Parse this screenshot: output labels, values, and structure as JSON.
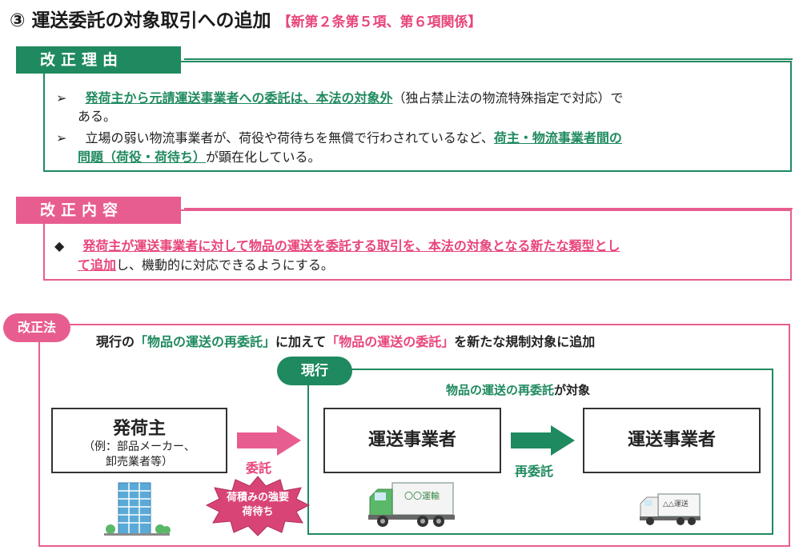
{
  "title": {
    "number": "③",
    "main": "運送委託の対象取引への追加",
    "ref": "【新第２条第５項、第６項関係】"
  },
  "reason": {
    "tab": "改正理由",
    "bullet1": {
      "marker": "➢",
      "em": "発荷主から元請運送事業者への委託は、本法の対象外",
      "rest1": "（独占禁止法の物流特殊指定で対応）で",
      "rest2": "ある。"
    },
    "bullet2": {
      "marker": "➢",
      "pre": "立場の弱い物流事業者が、荷役や荷待ちを無償で行わされているなど、",
      "em1": "荷主・物流事業者間の",
      "em2": "問題（荷役・荷待ち）",
      "post": "が顕在化している。"
    }
  },
  "content": {
    "tab": "改正内容",
    "bullet": {
      "marker": "◆",
      "em1": "発荷主が運送事業者に対して物品の運送を委託する取引を、本法の対象となる新たな類型とし",
      "em2": "て追加",
      "post": "し、機動的に対応できるようにする。"
    }
  },
  "law": {
    "badge": "改正法",
    "headline": {
      "pre": "現行の",
      "q1": "「物品の運送の再委託」",
      "mid": "に加えて",
      "q2": "「物品の運送の委託」",
      "post": "を新たな規制対象に追加"
    },
    "current_badge": "現行",
    "current_caption": {
      "em": "物品の運送の再委託",
      "post": "が対象"
    },
    "shipper": {
      "name": "発荷主",
      "example1": "（例：部品メーカー、",
      "example2": "卸売業者等）"
    },
    "carrier1": "運送事業者",
    "carrier2": "運送事業者",
    "arrow_pink_label": "委託",
    "arrow_green_label": "再委託",
    "burst": {
      "line1": "荷積みの強要",
      "line2": "荷待ち"
    },
    "truck1_text": "〇〇運輸",
    "truck2_text": "△△運送"
  },
  "colors": {
    "green": "#1f8a5f",
    "pink": "#e85d8f",
    "pink_text": "#e8457a"
  }
}
